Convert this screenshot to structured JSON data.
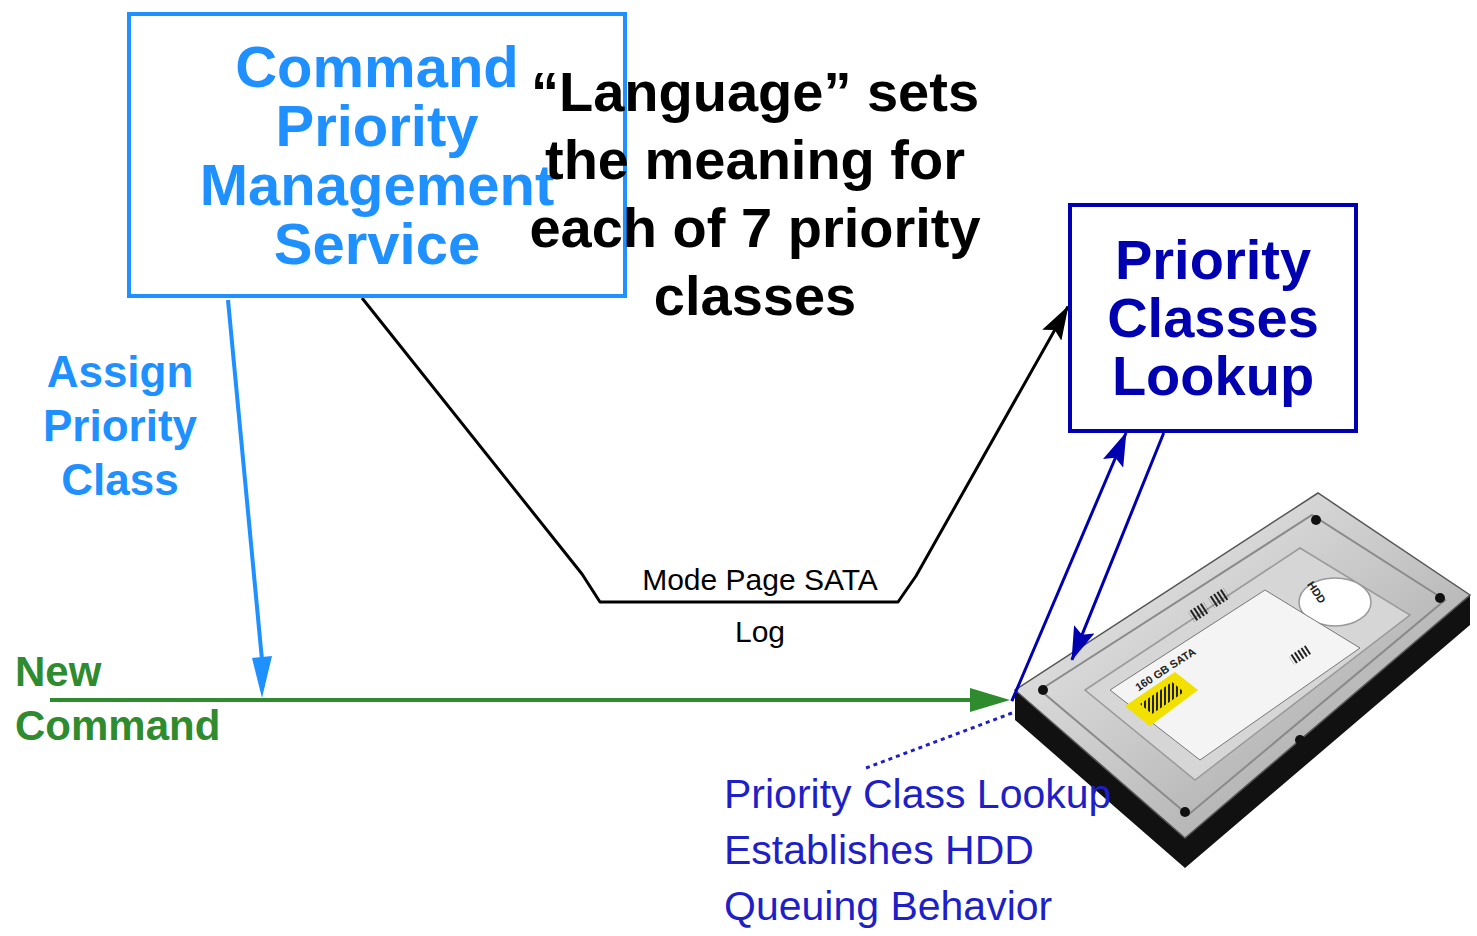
{
  "diagram": {
    "nodes": [
      {
        "text": [
          "Command Priority Management Service"
        ]
      },
      {
        "text": [
          "Priority Classes Lookup"
        ]
      },
      {
        "text": [
          "HDD",
          "160 GB SATA"
        ]
      }
    ],
    "edges": [
      {
        "from": 0,
        "to": 1,
        "arrow": "to",
        "label": "Mode Page SATA Log"
      },
      {
        "from": 2,
        "to": 1,
        "arrow": "to"
      },
      {
        "from": 1,
        "to": 2,
        "arrow": "to"
      }
    ],
    "labels": [
      "Assign Priority Class",
      "New Command",
      "“Language” sets the meaning for each of 7 priority classes",
      "Priority Class Lookup Establishes HDD Queuing Behavior"
    ]
  }
}
